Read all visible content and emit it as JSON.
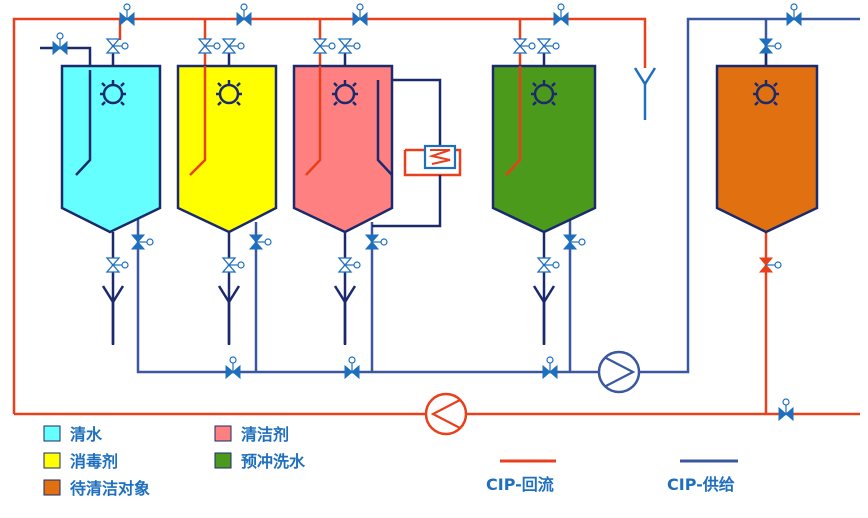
{
  "colors": {
    "return_line": "#e8401c",
    "supply_line": "#3a57a0",
    "dark_line": "#1a2a6c",
    "valve": "#1f6fbf",
    "water": "#66ffff",
    "disinfectant": "#ffff00",
    "cleaner": "#ff8080",
    "prerinse": "#4c9a1c",
    "target": "#e07010",
    "tank_outline": "#1a2a6c",
    "label": "#1f6fbf"
  },
  "tanks": [
    {
      "name": "tank-clean-water",
      "color_key": "water",
      "icon": "spray-ball-icon"
    },
    {
      "name": "tank-disinfectant",
      "color_key": "disinfectant",
      "icon": "spray-ball-icon"
    },
    {
      "name": "tank-cleaning-agent",
      "color_key": "cleaner",
      "icon": "spray-ball-icon"
    },
    {
      "name": "tank-prerinse-water",
      "color_key": "prerinse",
      "icon": "spray-ball-icon"
    },
    {
      "name": "tank-cleaning-target",
      "color_key": "target",
      "icon": "spray-ball-icon"
    }
  ],
  "legend": {
    "items": [
      {
        "label": "清水",
        "color_key": "water"
      },
      {
        "label": "消毒剂",
        "color_key": "disinfectant"
      },
      {
        "label": "待清洁对象",
        "color_key": "target"
      },
      {
        "label": "清洁剂",
        "color_key": "cleaner"
      },
      {
        "label": "预冲洗水",
        "color_key": "prerinse"
      }
    ],
    "lines": [
      {
        "label": "CIP-回流",
        "color_key": "return_line"
      },
      {
        "label": "CIP-供给",
        "color_key": "supply_line"
      }
    ]
  },
  "icons": [
    "valve-icon",
    "pump-icon",
    "drain-icon",
    "heat-exchanger-icon",
    "spray-ball-icon"
  ]
}
